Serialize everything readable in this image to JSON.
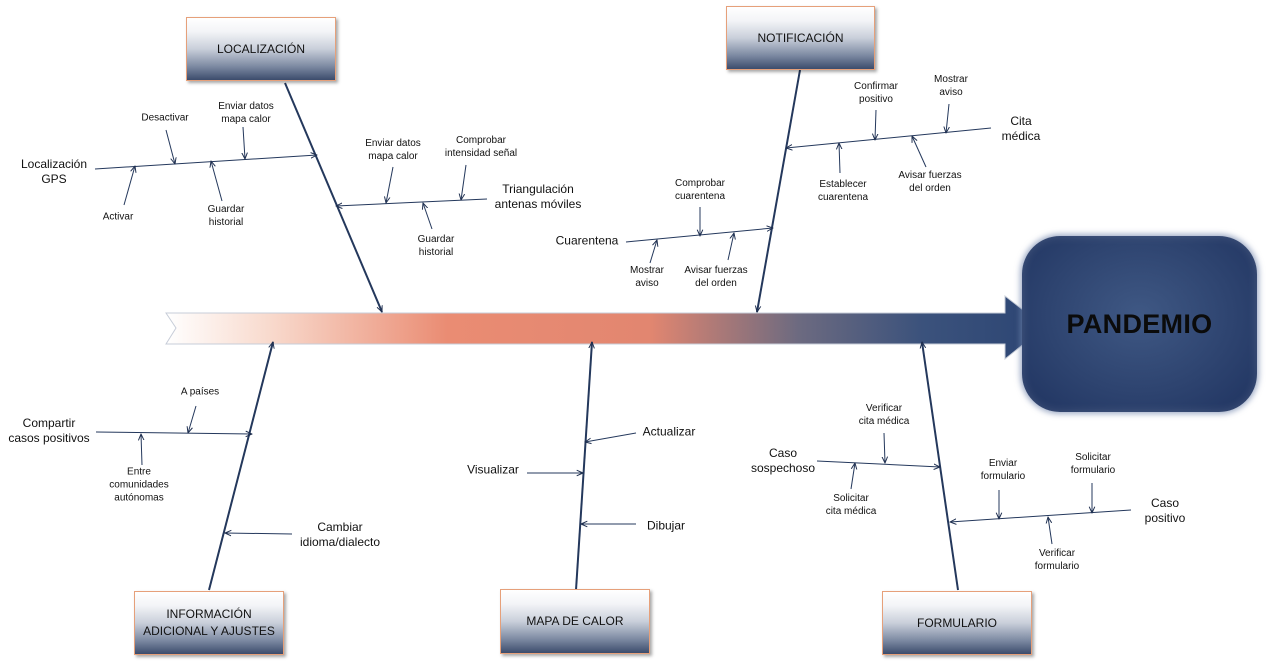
{
  "effect": "PANDEMIO",
  "categories": {
    "localizacion": "LOCALIZACIÓN",
    "notificacion": "NOTIFICACIÓN",
    "informacion": "INFORMACIÓN\nADICIONAL Y AJUSTES",
    "mapa": "MAPA DE CALOR",
    "formulario": "FORMULARIO"
  },
  "causes": {
    "localizacion_gps": "Localización\nGPS",
    "desactivar": "Desactivar",
    "enviar_datos_1": "Enviar datos\nmapa calor",
    "activar": "Activar",
    "guardar_historial_1": "Guardar\nhistorial",
    "enviar_datos_2": "Enviar datos\nmapa calor",
    "comprobar_intensidad": "Comprobar\nintensidad señal",
    "triangulacion": "Triangulación\nantenas móviles",
    "guardar_historial_2": "Guardar\nhistorial",
    "confirmar_positivo": "Confirmar\npositivo",
    "mostrar_aviso_1": "Mostrar\naviso",
    "cita_medica": "Cita\nmédica",
    "establecer_cuarentena": "Establecer\ncuarentena",
    "avisar_fuerzas_1": "Avisar fuerzas\ndel orden",
    "comprobar_cuarentena": "Comprobar\ncuarentena",
    "cuarentena": "Cuarentena",
    "mostrar_aviso_2": "Mostrar\naviso",
    "avisar_fuerzas_2": "Avisar fuerzas\ndel orden",
    "a_paises": "A países",
    "compartir_casos": "Compartir\ncasos positivos",
    "entre_comunidades": "Entre\ncomunidades\nautónomas",
    "cambiar_idioma": "Cambiar\nidioma/dialecto",
    "actualizar": "Actualizar",
    "visualizar": "Visualizar",
    "dibujar": "Dibujar",
    "verificar_cita": "Verificar\ncita médica",
    "caso_sospechoso": "Caso\nsospechoso",
    "solicitar_cita": "Solicitar\ncita médica",
    "enviar_formulario": "Enviar\nformulario",
    "solicitar_formulario": "Solicitar\nformulario",
    "caso_positivo": "Caso\npositivo",
    "verificar_formulario": "Verificar\nformulario"
  }
}
